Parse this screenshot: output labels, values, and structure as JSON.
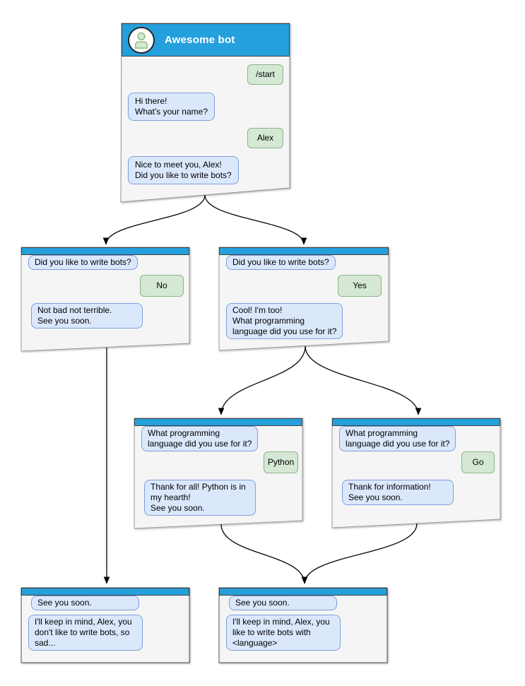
{
  "diagram_type": "chat-bot-conversation-flow",
  "colors": {
    "header_blue": "#24A0DC",
    "window_bg": "#F5F5F5",
    "bot_bubble_fill": "#DBE8FC",
    "bot_bubble_border": "#7D9FDB",
    "user_bubble_fill": "#D5E8D4",
    "user_bubble_border": "#89B487",
    "arrow": "#000000"
  },
  "windows": {
    "main": {
      "title": "Awesome bot",
      "avatar_icon": "person-icon",
      "messages": [
        {
          "side": "user",
          "text": "/start"
        },
        {
          "side": "bot",
          "text": "Hi there!\nWhat's your name?"
        },
        {
          "side": "user",
          "text": "Alex"
        },
        {
          "side": "bot",
          "text": "Nice to meet you, Alex!\nDid you like to write bots?"
        }
      ]
    },
    "branch_no": {
      "messages": [
        {
          "side": "bot",
          "text": "Did you like to write bots?"
        },
        {
          "side": "user",
          "text": "No"
        },
        {
          "side": "bot",
          "text": "Not bad not terrible.\nSee you soon."
        }
      ]
    },
    "branch_yes": {
      "messages": [
        {
          "side": "bot",
          "text": "Did you like to write bots?"
        },
        {
          "side": "user",
          "text": "Yes"
        },
        {
          "side": "bot",
          "text": "Cool! I'm too!\nWhat programming\nlanguage did you use for it?"
        }
      ]
    },
    "branch_python": {
      "messages": [
        {
          "side": "bot",
          "text": "What programming\nlanguage did you use for it?"
        },
        {
          "side": "user",
          "text": "Python"
        },
        {
          "side": "bot",
          "text": "Thank for all! Python is in\nmy hearth!\nSee you soon."
        }
      ]
    },
    "branch_go": {
      "messages": [
        {
          "side": "bot",
          "text": "What programming\nlanguage did you use for it?"
        },
        {
          "side": "user",
          "text": "Go"
        },
        {
          "side": "bot",
          "text": "Thank for information!\nSee you soon."
        }
      ]
    },
    "end_no": {
      "messages": [
        {
          "side": "bot",
          "text": "See you soon."
        },
        {
          "side": "bot",
          "text": "I'll keep in mind, Alex, you\ndon't like to write bots, so\nsad..."
        }
      ]
    },
    "end_yes": {
      "messages": [
        {
          "side": "bot",
          "text": "See you soon."
        },
        {
          "side": "bot",
          "text": "I'll keep in mind, Alex, you\nlike to write bots with\n<language>"
        }
      ]
    }
  },
  "edges": [
    {
      "from": "main",
      "to": "branch_no"
    },
    {
      "from": "main",
      "to": "branch_yes"
    },
    {
      "from": "branch_yes",
      "to": "branch_python"
    },
    {
      "from": "branch_yes",
      "to": "branch_go"
    },
    {
      "from": "branch_no",
      "to": "end_no"
    },
    {
      "from": "branch_python",
      "to": "end_yes"
    },
    {
      "from": "branch_go",
      "to": "end_yes"
    }
  ]
}
